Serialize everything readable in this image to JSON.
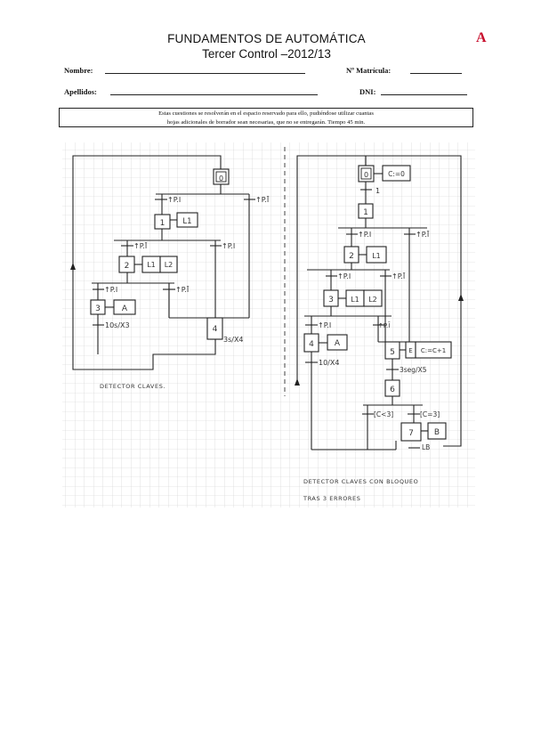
{
  "header": {
    "title": "FUNDAMENTOS DE AUTOMÁTICA",
    "subtitle": "Tercer Control –2012/13",
    "version": "A",
    "accent_color": "#c8102e"
  },
  "fields": {
    "nombre": "Nombre:",
    "matricula": "Nº Matrícula:",
    "apellidos": "Apellidos:",
    "dni": "DNI:"
  },
  "instructions": {
    "line1": "Estas cuestiones se resolverán en el espacio reservado para ello, pudiéndose utilizar cuantas",
    "line2": "hojas adicionales de borrador sean necesarias, que no se entregarán. Tiempo 45 min."
  },
  "grafcet_left": {
    "steps": [
      "0",
      "1",
      "2",
      "3",
      "4"
    ],
    "actions": [
      "L1",
      "L1",
      "L2",
      "A"
    ],
    "transitions": [
      "↑P.I",
      "↑P.Ī",
      "↑P.I",
      "↑P.I",
      "↑P.Ī",
      "↑P.Ī",
      "10s/X3",
      "3s/X4"
    ],
    "caption": "DETECTOR CLAVES."
  },
  "grafcet_right": {
    "steps": [
      "0",
      "1",
      "2",
      "3",
      "4",
      "5",
      "6",
      "7"
    ],
    "actions": [
      "C:=0",
      "L1",
      "L1",
      "L2",
      "A",
      "C:=C+1",
      "B",
      "LB"
    ],
    "action_qualifier": "E",
    "transitions": [
      "1",
      "↑P.I",
      "↑P.Ī",
      "↑P.I",
      "↑P.Ī",
      "↑P.I",
      "↑P.Ī",
      "10/X4",
      "3seg/X5",
      "[C<3]",
      "[C=3]"
    ],
    "caption_line1": "DETECTOR CLAVES CON BLOQUEO",
    "caption_line2": "TRAS 3 ERRORES"
  }
}
